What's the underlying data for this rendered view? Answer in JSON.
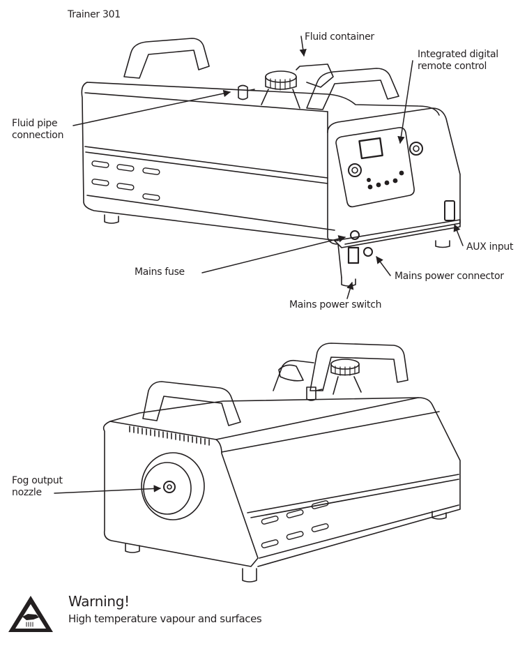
{
  "title": "Trainer 301",
  "top_view_labels": {
    "fluid_container": "Fluid container",
    "remote_control_line1": "Integrated digital",
    "remote_control_line2": "remote control",
    "fluid_pipe_line1": "Fluid pipe",
    "fluid_pipe_line2": "connection",
    "aux_input": "AUX input",
    "mains_fuse": "Mains fuse",
    "mains_power_connector": "Mains power connector",
    "mains_power_switch": "Mains power switch"
  },
  "bottom_view_labels": {
    "fog_nozzle_line1": "Fog output",
    "fog_nozzle_line2": "nozzle"
  },
  "warning": {
    "icon": "hot-surface-warning-triangle-icon",
    "title": "Warning!",
    "text": "High temperature vapour and surfaces"
  },
  "colors": {
    "ink": "#231f20",
    "background": "#ffffff"
  }
}
